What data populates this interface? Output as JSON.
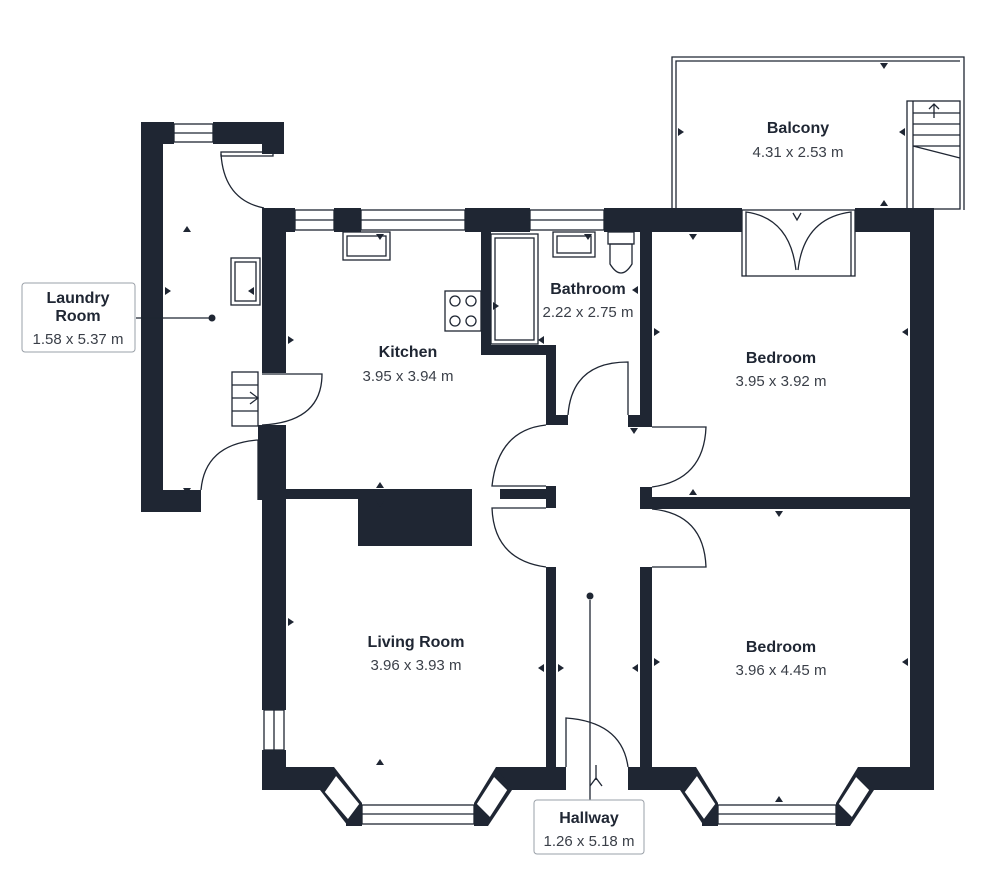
{
  "rooms": {
    "laundry": {
      "name": "Laundry Room",
      "name_line1": "Laundry",
      "name_line2": "Room",
      "dims": "1.58 x 5.37 m"
    },
    "kitchen": {
      "name": "Kitchen",
      "dims": "3.95 x 3.94 m"
    },
    "bathroom": {
      "name": "Bathroom",
      "dims": "2.22 x 2.75 m"
    },
    "balcony": {
      "name": "Balcony",
      "dims": "4.31 x 2.53 m"
    },
    "bedroom_upper": {
      "name": "Bedroom",
      "dims": "3.95 x 3.92 m"
    },
    "living_room": {
      "name": "Living Room",
      "dims": "3.96 x 3.93 m"
    },
    "bedroom_lower": {
      "name": "Bedroom",
      "dims": "3.96 x 4.45 m"
    },
    "hallway": {
      "name": "Hallway",
      "dims": "1.26 x 5.18 m"
    }
  },
  "colors": {
    "wall": "#1f2633",
    "background": "#ffffff",
    "label_border": "#9aa0a8"
  }
}
